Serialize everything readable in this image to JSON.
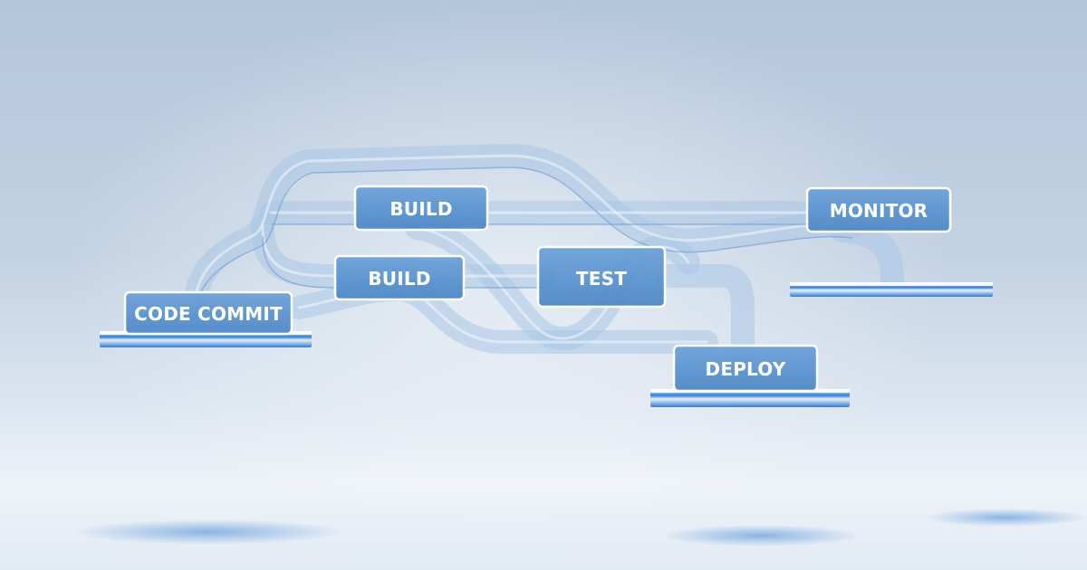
{
  "diagram": {
    "stages": [
      {
        "id": "code-commit",
        "label": "CODE COMMIT"
      },
      {
        "id": "build-top",
        "label": "BUILD"
      },
      {
        "id": "build-lower",
        "label": "BUILD"
      },
      {
        "id": "test",
        "label": "TEST"
      },
      {
        "id": "deploy",
        "label": "DEPLOY"
      },
      {
        "id": "monitor",
        "label": "MONITOR"
      }
    ]
  },
  "colors": {
    "box_fill": "#5b93cf",
    "box_border": "#ffffff",
    "pipe": "#7ea9d8",
    "platform": "#2f80d9",
    "background": "#c3d2e3"
  }
}
